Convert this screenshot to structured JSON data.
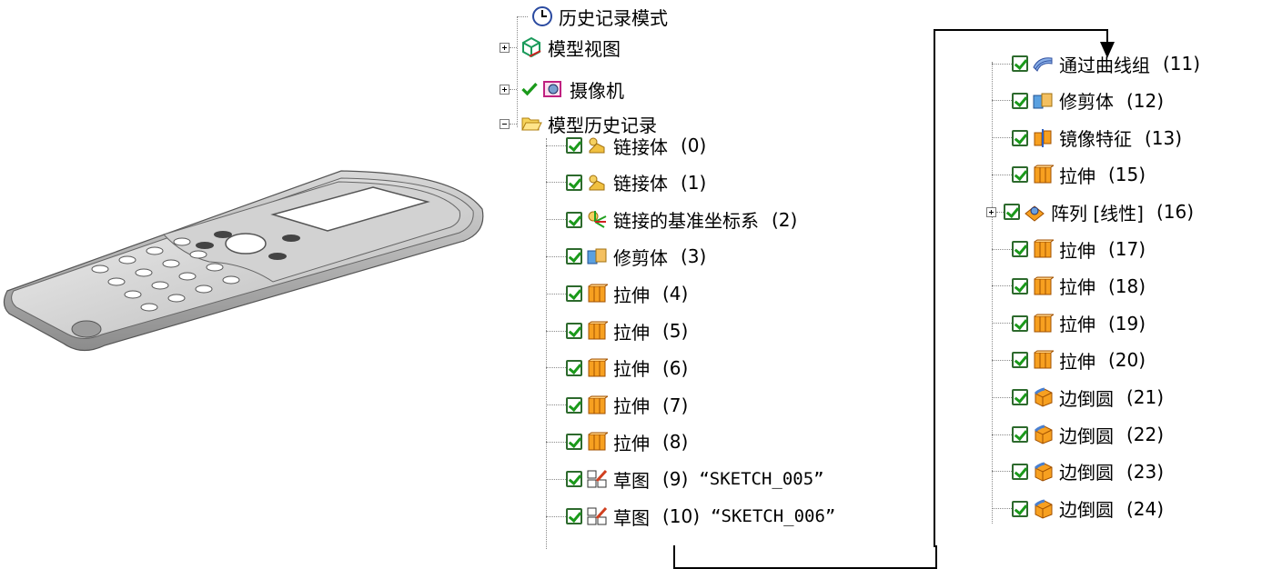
{
  "header": {
    "history_mode": "历史记录模式",
    "model_views": "模型视图",
    "cameras": "摄像机",
    "model_history": "模型历史记录"
  },
  "left_column": [
    {
      "label": "链接体",
      "num": "(0)",
      "icon": "link-body-icon"
    },
    {
      "label": "链接体",
      "num": "(1)",
      "icon": "link-body-icon"
    },
    {
      "label": "链接的基准坐标系",
      "num": "(2)",
      "icon": "datum-csys-icon"
    },
    {
      "label": "修剪体",
      "num": "(3)",
      "icon": "trim-body-icon"
    },
    {
      "label": "拉伸",
      "num": "(4)",
      "icon": "extrude-icon"
    },
    {
      "label": "拉伸",
      "num": "(5)",
      "icon": "extrude-icon"
    },
    {
      "label": "拉伸",
      "num": "(6)",
      "icon": "extrude-icon"
    },
    {
      "label": "拉伸",
      "num": "(7)",
      "icon": "extrude-icon"
    },
    {
      "label": "拉伸",
      "num": "(8)",
      "icon": "extrude-icon"
    },
    {
      "label": "草图",
      "num": "(9)",
      "sketch": "“SKETCH_005”",
      "icon": "sketch-icon"
    },
    {
      "label": "草图",
      "num": "(10)",
      "sketch": "“SKETCH_006”",
      "icon": "sketch-icon"
    }
  ],
  "right_column": [
    {
      "label": "通过曲线组",
      "num": "(11)",
      "icon": "through-curves-icon"
    },
    {
      "label": "修剪体",
      "num": "(12)",
      "icon": "trim-body-icon"
    },
    {
      "label": "镜像特征",
      "num": "(13)",
      "icon": "mirror-feature-icon"
    },
    {
      "label": "拉伸",
      "num": "(15)",
      "icon": "extrude-icon"
    },
    {
      "label": "阵列 [线性]",
      "num": "(16)",
      "icon": "pattern-icon"
    },
    {
      "label": "拉伸",
      "num": "(17)",
      "icon": "extrude-icon"
    },
    {
      "label": "拉伸",
      "num": "(18)",
      "icon": "extrude-icon"
    },
    {
      "label": "拉伸",
      "num": "(19)",
      "icon": "extrude-icon"
    },
    {
      "label": "拉伸",
      "num": "(20)",
      "icon": "extrude-icon"
    },
    {
      "label": "边倒圆",
      "num": "(21)",
      "icon": "edge-blend-icon"
    },
    {
      "label": "边倒圆",
      "num": "(22)",
      "icon": "edge-blend-icon"
    },
    {
      "label": "边倒圆",
      "num": "(23)",
      "icon": "edge-blend-icon"
    },
    {
      "label": "边倒圆",
      "num": "(24)",
      "icon": "edge-blend-icon"
    }
  ],
  "colors": {
    "check_green": "#1a9a1a",
    "extrude_orange": "#f0a020",
    "folder_yellow": "#f2c230"
  }
}
